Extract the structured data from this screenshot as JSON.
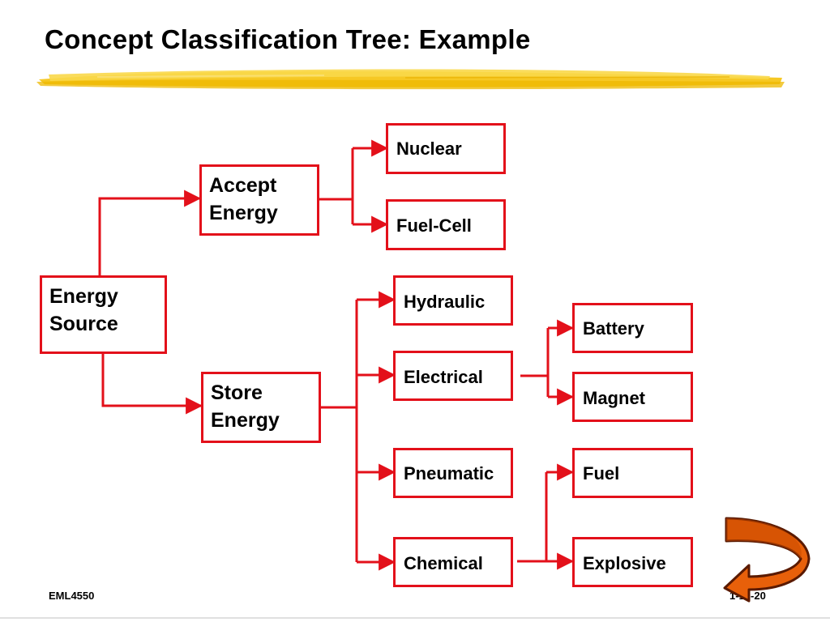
{
  "slide": {
    "title": "Concept Classification Tree: Example",
    "footer_left": "EML4550",
    "footer_right": "1-17-20"
  },
  "nodes": {
    "energy_source": [
      "Energy",
      "Source"
    ],
    "accept_energy": [
      "Accept",
      "Energy"
    ],
    "store_energy": [
      "Store",
      "Energy"
    ],
    "nuclear": "Nuclear",
    "fuel_cell": "Fuel-Cell",
    "hydraulic": "Hydraulic",
    "electrical": "Electrical",
    "pneumatic": "Pneumatic",
    "chemical": "Chemical",
    "battery": "Battery",
    "magnet": "Magnet",
    "fuel": "Fuel",
    "explosive": "Explosive"
  },
  "colors": {
    "connector": "#e3101a",
    "accent_swoosh": "#f5c518",
    "nav_arrow": "#e8600a"
  },
  "icons": {
    "nav": "curved-arrow-next-icon"
  }
}
